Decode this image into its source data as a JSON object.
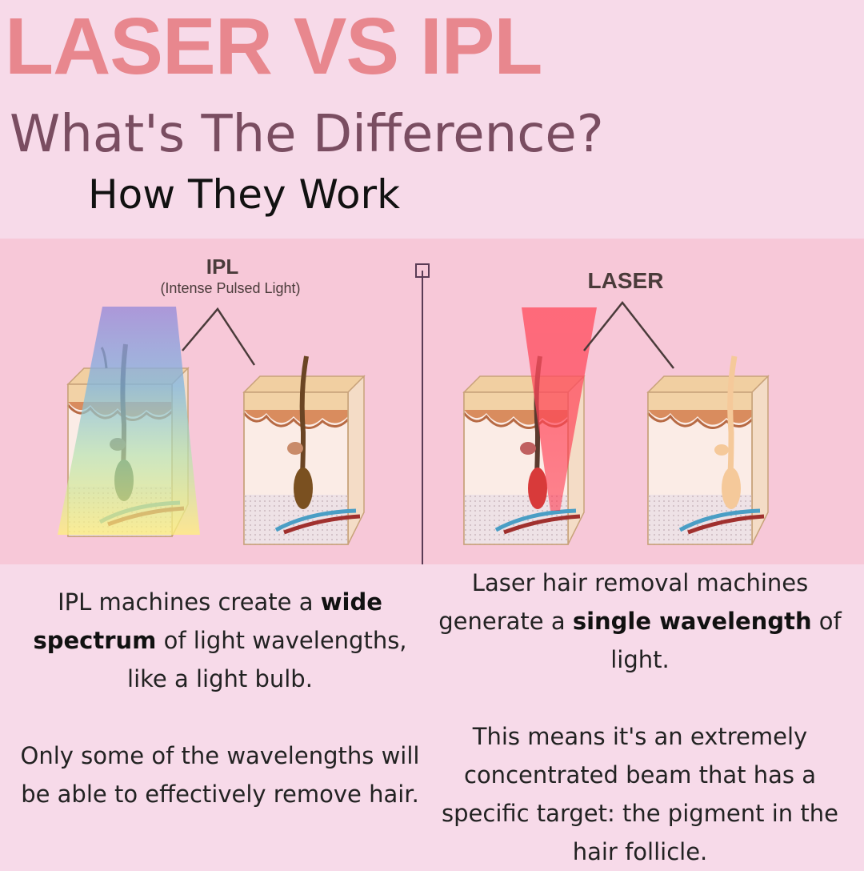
{
  "header": {
    "title": "LASER VS IPL",
    "subtitle": "What's The Difference?",
    "section_heading": "How They Work"
  },
  "diagram": {
    "ipl_label": "IPL",
    "ipl_sublabel": "(Intense Pulsed Light)",
    "laser_label": "LASER"
  },
  "ipl_text": {
    "p1_before": "IPL machines create a ",
    "p1_bold": "wide spectrum",
    "p1_after": " of light wavelengths, like a light bulb.",
    "p2": "Only some of the wavelengths will be able to effectively remove hair."
  },
  "laser_text": {
    "p1_before": "Laser hair removal machines generate a ",
    "p1_bold": "single wavelength",
    "p1_after": " of light.",
    "p2": "This means it's an extremely concentrated beam that has a specific target: the pigment in the hair follicle."
  },
  "colors": {
    "title": "#e8878e",
    "subtitle": "#7a4d61",
    "band": "#f7c8d8",
    "background": "#f7dae9",
    "laser_beam": "#ff4d5e"
  }
}
